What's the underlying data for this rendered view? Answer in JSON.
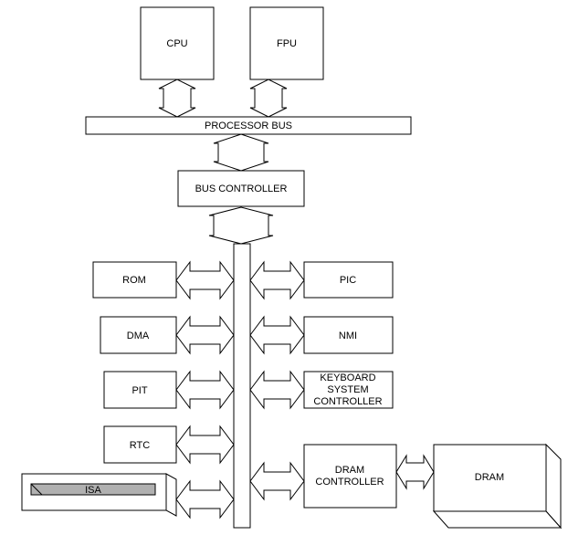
{
  "labels": {
    "cpu": "CPU",
    "fpu": "FPU",
    "processor_bus": "PROCESSOR BUS",
    "bus_controller": "BUS CONTROLLER",
    "rom": "ROM",
    "dma": "DMA",
    "pit": "PIT",
    "rtc": "RTC",
    "isa": "ISA",
    "pic": "PIC",
    "nmi": "NMI",
    "keyboard_line1": "KEYBOARD",
    "keyboard_line2": "SYSTEM",
    "keyboard_line3": "CONTROLLER",
    "dram_controller_line1": "DRAM",
    "dram_controller_line2": "CONTROLLER",
    "dram": "DRAM"
  }
}
